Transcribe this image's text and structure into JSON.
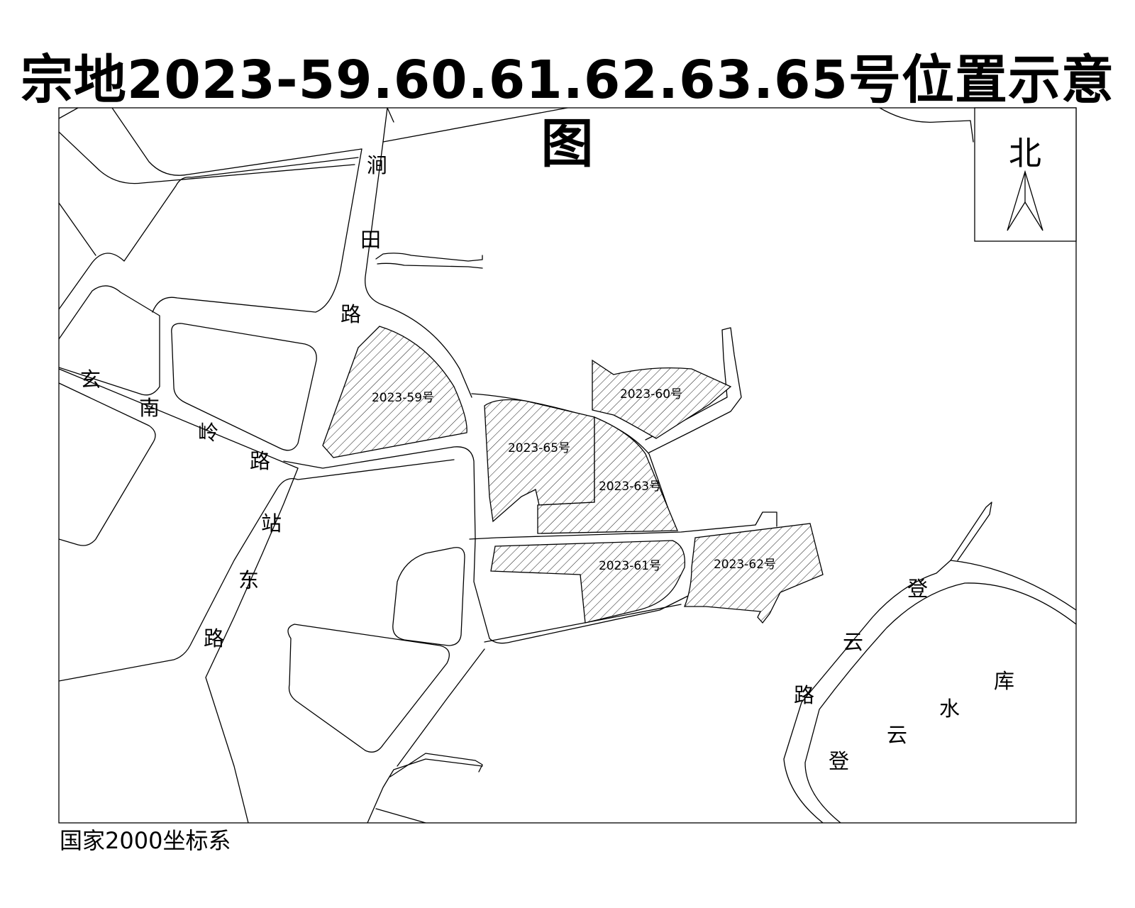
{
  "title": "宗地2023-59.60.61.62.63.65号位置示意图",
  "coordinate_system": "国家2000坐标系",
  "north_arrow": {
    "label": "北",
    "icon": "north-arrow-icon"
  },
  "parcels": [
    {
      "id": "p59",
      "label": "2023-59号"
    },
    {
      "id": "p60",
      "label": "2023-60号"
    },
    {
      "id": "p65",
      "label": "2023-65号"
    },
    {
      "id": "p63",
      "label": "2023-63号"
    },
    {
      "id": "p61",
      "label": "2023-61号"
    },
    {
      "id": "p62",
      "label": "2023-62号"
    }
  ],
  "road_labels": [
    {
      "id": "jiantian",
      "chars": [
        "涧",
        "田",
        "路"
      ]
    },
    {
      "id": "xuannanling",
      "chars": [
        "玄",
        "南",
        "岭",
        "路"
      ]
    },
    {
      "id": "zhandong",
      "chars": [
        "站",
        "东",
        "路"
      ]
    },
    {
      "id": "dengyun-road",
      "chars": [
        "登",
        "云",
        "路"
      ]
    },
    {
      "id": "dengyun-reservoir",
      "chars": [
        "登",
        "云",
        "水",
        "库"
      ]
    }
  ],
  "colors": {
    "line": "#000000",
    "background": "#ffffff",
    "hatch": "#000000"
  }
}
